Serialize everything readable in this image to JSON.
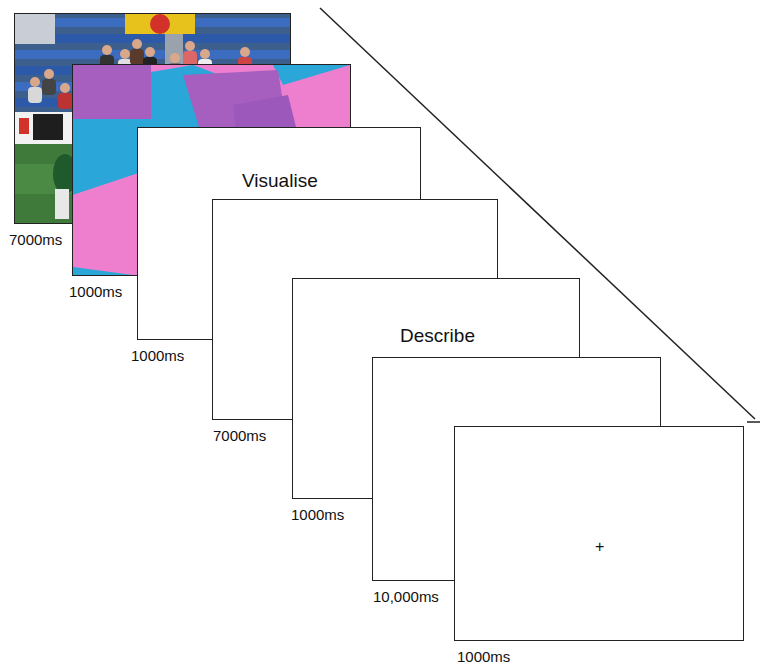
{
  "diagram": {
    "nodes": [
      {
        "text": [
          "7000ms"
        ]
      },
      {
        "text": [
          "1000ms"
        ]
      },
      {
        "text": [
          "Visualise",
          "1000ms"
        ]
      },
      {
        "text": [
          "7000ms"
        ]
      },
      {
        "text": [
          "Describe",
          "1000ms"
        ]
      },
      {
        "text": [
          "10,000ms"
        ]
      },
      {
        "text": [
          "+",
          "1000ms"
        ]
      }
    ]
  }
}
